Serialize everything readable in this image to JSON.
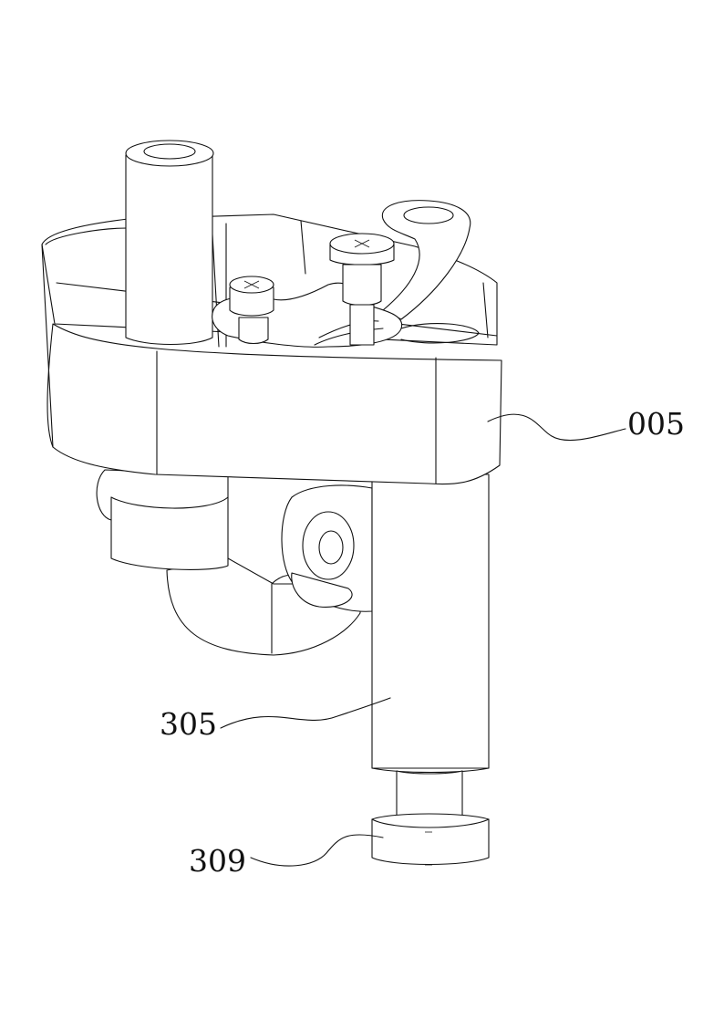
{
  "labels": {
    "part_005": "005",
    "part_305": "305",
    "part_309": "309"
  }
}
